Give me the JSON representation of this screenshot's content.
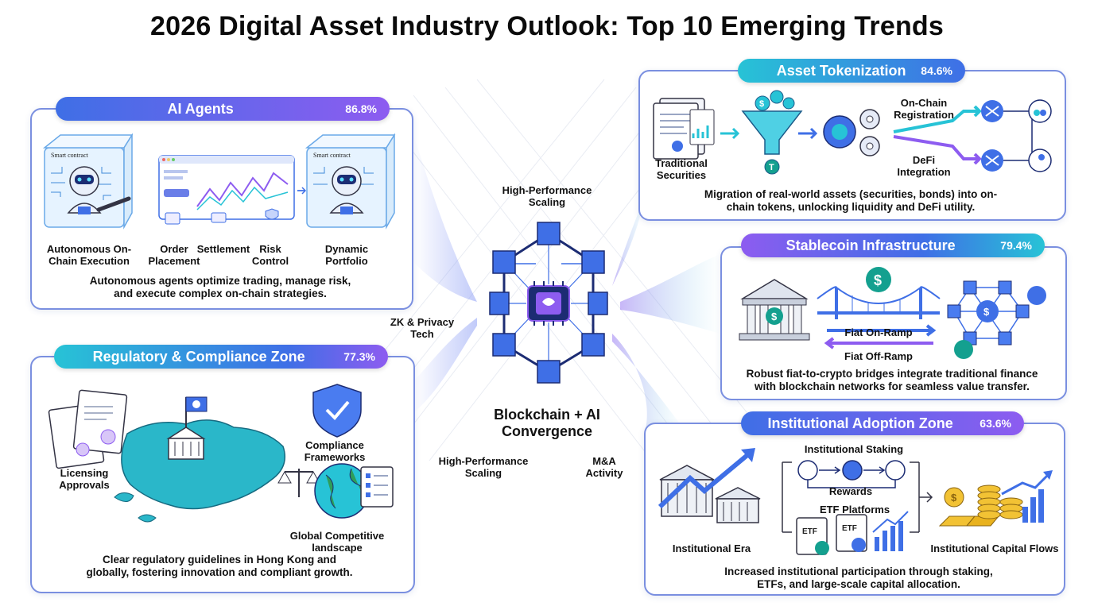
{
  "title": "2026 Digital Asset Industry Outlook: Top 10 Emerging Trends",
  "colors": {
    "blue": "#3f6fe6",
    "teal": "#27c3d6",
    "purple": "#8d5cf0",
    "navy": "#1c2c73"
  },
  "hub": {
    "center_label": "Blockchain + AI Convergence",
    "top_label": "High-Performance Scaling",
    "left_label": "ZK & Privacy Tech",
    "bottom_left_label": "High-Performance Scaling",
    "bottom_right_label": "M&A Activity"
  },
  "ai_agents": {
    "title": "AI Agents",
    "percent": "86.8%",
    "contract_label_1": "Smart contract",
    "contract_label_2": "Smart contract",
    "caption_execution": "Autonomous On-Chain Execution",
    "caption_order": "Order Placement",
    "caption_settlement": "Settlement",
    "caption_risk": "Risk Control",
    "caption_portfolio": "Dynamic Portfolio",
    "description": "Autonomous agents optimize trading, manage risk, and execute complex on-chain strategies."
  },
  "asset_tokenization": {
    "title": "Asset Tokenization",
    "percent": "84.6%",
    "caption_securities": "Traditional Securities",
    "caption_registration": "On-Chain Registration",
    "caption_defi": "DeFi Integration",
    "description": "Migration of real-world assets (securities, bonds) into on-chain tokens, unlocking liquidity and DeFi utility."
  },
  "stablecoin": {
    "title": "Stablecoin Infrastructure",
    "percent": "79.4%",
    "onramp": "Fiat On-Ramp",
    "offramp": "Fiat Off-Ramp",
    "description": "Robust fiat-to-crypto bridges integrate traditional finance with blockchain networks for seamless value transfer."
  },
  "regulatory": {
    "title": "Regulatory & Compliance Zone",
    "percent": "77.3%",
    "caption_licensing": "Licensing Approvals",
    "caption_frameworks": "Compliance Frameworks",
    "caption_global": "Global Competitive landscape",
    "description": "Clear regulatory guidelines in Hong Kong and globally, fostering innovation and compliant growth."
  },
  "institutional": {
    "title": "Institutional Adoption Zone",
    "percent": "63.6%",
    "caption_staking": "Institutional Staking",
    "caption_rewards": "Rewards",
    "caption_etf": "ETF Platforms",
    "caption_era": "Institutional Era",
    "caption_flows": "Institutional Capital Flows",
    "etf_doc_1": "ETF",
    "etf_doc_2": "ETF",
    "description": "Increased institutional participation through staking, ETFs, and large-scale capital allocation."
  }
}
